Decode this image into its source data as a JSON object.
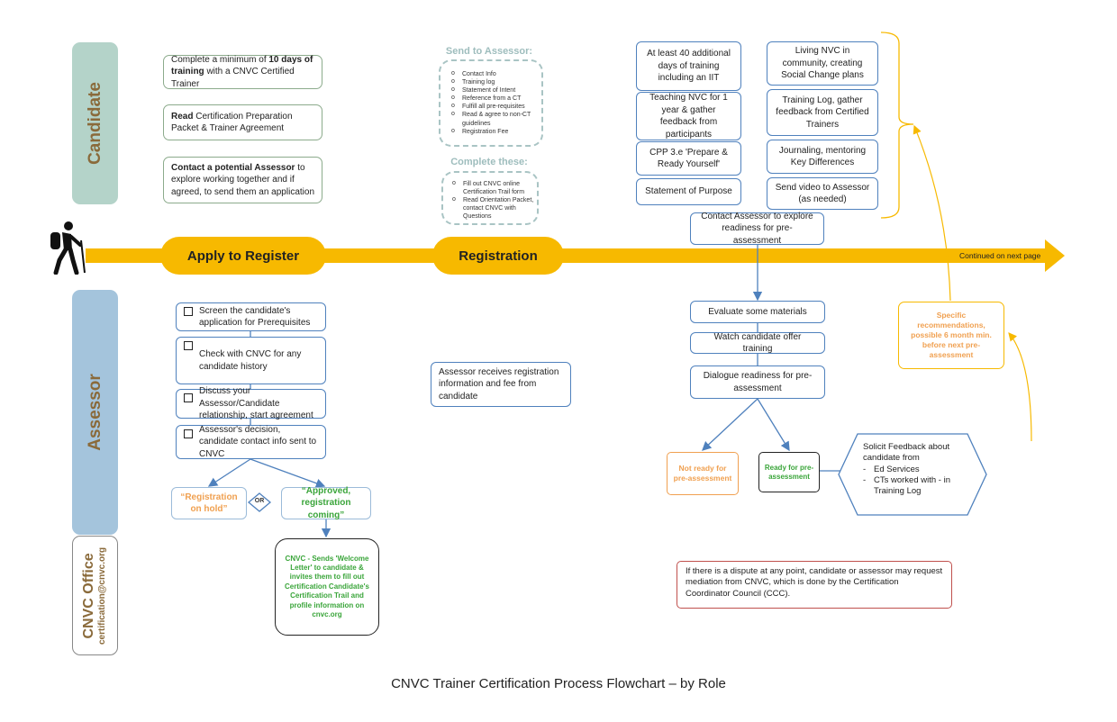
{
  "lanes": {
    "candidate": "Candidate",
    "assessor": "Assessor",
    "cnvc_office": "CNVC Office",
    "cnvc_email": "certification@cnvc.org"
  },
  "colors": {
    "arrow": "#f7b900",
    "candidate_lane": "#b4d3c9",
    "assessor_lane": "#a4c4dc",
    "box_border": "#4f81bd",
    "orange": "#f0a050",
    "green": "#3aa53a",
    "dispute": "#c0504d"
  },
  "timeline": {
    "stage1": "Apply to Register",
    "stage2": "Registration",
    "continued": "Continued on next page"
  },
  "candidate_steps": {
    "s1_pre": "Complete a minimum of ",
    "s1_bold": "10 days of training",
    "s1_post": " with a CNVC Certified Trainer",
    "s2_bold": "Read",
    "s2_post": " Certification Preparation Packet & Trainer Agreement",
    "s3_bold": "Contact a potential Assessor",
    "s3_post": " to explore working together and if agreed, to send  them an application"
  },
  "send_to_assessor": {
    "title": "Send to Assessor:",
    "items": [
      "Contact Info",
      "Training log",
      "Statement of Intent",
      "Reference from a CT",
      "Fulfill all pre-requisites",
      "Read & agree to non-CT guidelines",
      "Registration Fee"
    ]
  },
  "complete_these": {
    "title": "Complete these:",
    "items": [
      "Fill out CNVC online Certification Trail form",
      "Read Orientation Packet, contact CNVC with Questions"
    ]
  },
  "requirements_left": [
    "At least 40 additional days of training including an IIT",
    "Teaching NVC for 1 year & gather feedback from participants",
    "CPP 3.e 'Prepare & Ready Yourself'",
    "Statement of Purpose"
  ],
  "requirements_right": [
    "Living NVC in community, creating Social Change plans",
    "Training Log, gather feedback from Certified Trainers",
    "Journaling, mentoring Key Differences",
    "Send video to Assessor (as needed)"
  ],
  "contact_assessor": "Contact Assessor to explore readiness for pre-assessment",
  "assessor_steps": [
    "Screen the candidate's application for Prerequisites",
    "Check with  CNVC for any candidate history",
    "Discuss your Assessor/Candidate relationship, start agreement",
    "Assessor's decision, candidate contact info sent to CNVC"
  ],
  "registration_hold": "“Registration on hold”",
  "or_label": "OR",
  "approved": "“Approved, registration coming”",
  "assessor_receives": "Assessor receives registration information and fee from candidate",
  "evaluate": "Evaluate some materials",
  "watch": "Watch candidate offer training",
  "dialogue": "Dialogue readiness for pre-assessment",
  "not_ready": "Not ready for pre-assessment",
  "ready": "Ready for pre-assessment",
  "solicit": {
    "title": "Solicit Feedback about candidate from",
    "items": [
      "Ed Services",
      "CTs worked with - in Training Log"
    ]
  },
  "specific": "Specific recommendations, possible 6 month min. before next pre-assessment",
  "cnvc_welcome": "CNVC - Sends 'Welcome Letter' to candidate & invites them to fill out Certification Candidate's Certification Trail and profile information on cnvc.org",
  "dispute": "If there is a dispute at any point, candidate or assessor may request mediation from CNVC, which is done by the Certification Coordinator Council (CCC).",
  "caption": "CNVC Trainer Certification Process Flowchart – by Role"
}
